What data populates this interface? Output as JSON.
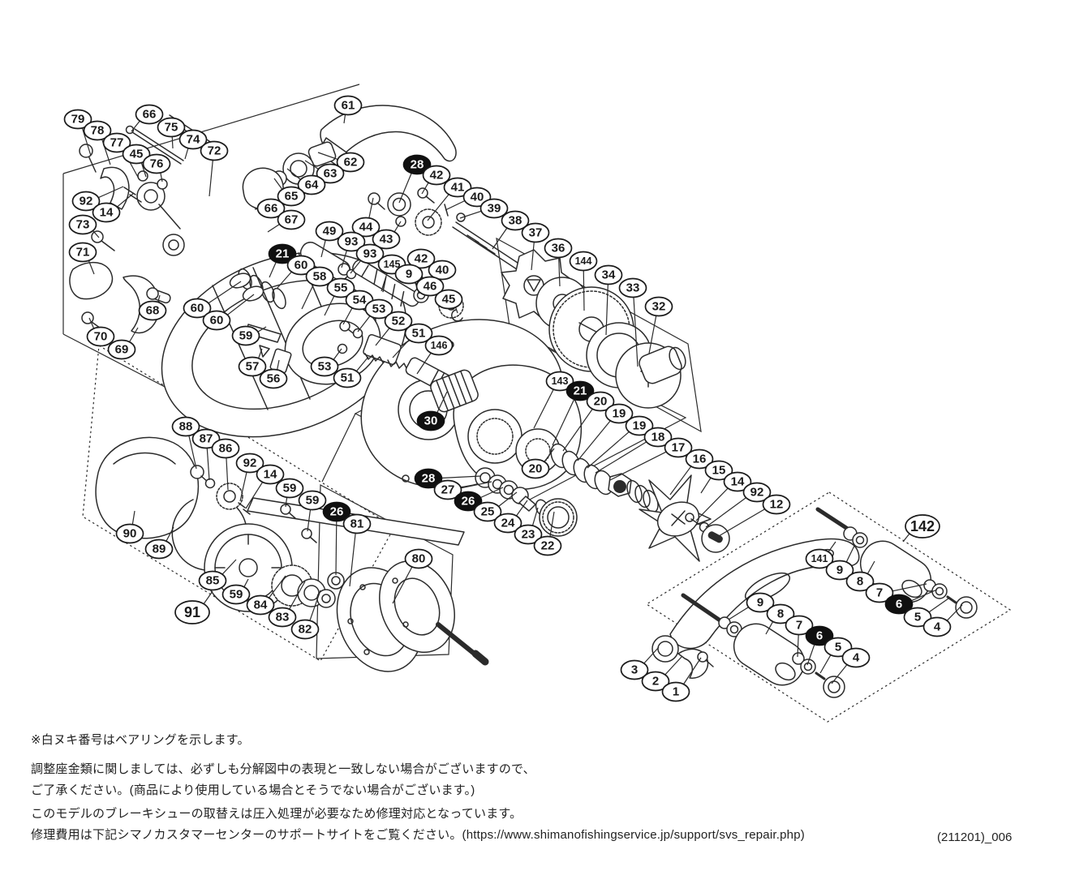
{
  "notes": {
    "bearing": "※白ヌキ番号はベアリングを示します。",
    "washers": "調整座金類に関しましては、必ずしも分解図中の表現と一致しない場合がございますので、\nご了承ください。(商品により使用している場合とそうでない場合がございます。)",
    "brake": "このモデルのブレーキシューの取替えは圧入処理が必要なため修理対応となっています。\n修理費用は下記シマノカスタマーセンターのサポートサイトをご覧ください。(https://www.shimanofishingservice.jp/support/svs_repair.php)"
  },
  "doc_code": "(211201)_006",
  "colors": {
    "line": "#2b2b2b",
    "callout_stroke": "#1a1a1a",
    "callout_fill": "#ffffff",
    "bearing_fill": "#101010",
    "callout_text": "#1a1a1a",
    "bearing_text": "#ffffff"
  },
  "callouts": [
    [
      "79",
      96,
      147,
      112,
      192,
      ""
    ],
    [
      "66",
      184,
      141,
      162,
      162,
      ""
    ],
    [
      "75",
      211,
      157,
      213,
      183,
      ""
    ],
    [
      "78",
      120,
      161,
      136,
      203,
      ""
    ],
    [
      "74",
      238,
      172,
      228,
      196,
      ""
    ],
    [
      "77",
      144,
      176,
      172,
      222,
      ""
    ],
    [
      "45",
      168,
      190,
      180,
      218,
      ""
    ],
    [
      "72",
      264,
      186,
      258,
      242,
      ""
    ],
    [
      "76",
      193,
      202,
      200,
      224,
      ""
    ],
    [
      "92",
      106,
      248,
      152,
      230,
      ""
    ],
    [
      "14",
      131,
      262,
      165,
      238,
      ""
    ],
    [
      "73",
      102,
      277,
      122,
      293,
      ""
    ],
    [
      "71",
      102,
      311,
      116,
      338,
      ""
    ],
    [
      "61",
      429,
      130,
      424,
      152,
      ""
    ],
    [
      "62",
      432,
      200,
      392,
      188,
      ""
    ],
    [
      "63",
      407,
      214,
      376,
      198,
      ""
    ],
    [
      "64",
      384,
      228,
      354,
      208,
      ""
    ],
    [
      "65",
      359,
      242,
      338,
      220,
      ""
    ],
    [
      "66",
      334,
      257,
      314,
      258,
      ""
    ],
    [
      "67",
      359,
      271,
      330,
      286,
      ""
    ],
    [
      "28",
      514,
      203,
      492,
      250,
      "b"
    ],
    [
      "42",
      538,
      216,
      520,
      239,
      ""
    ],
    [
      "41",
      564,
      231,
      527,
      272,
      ""
    ],
    [
      "40",
      588,
      243,
      549,
      259,
      ""
    ],
    [
      "39",
      609,
      257,
      567,
      269,
      ""
    ],
    [
      "38",
      635,
      272,
      607,
      307,
      ""
    ],
    [
      "37",
      660,
      287,
      655,
      333,
      ""
    ],
    [
      "36",
      688,
      306,
      690,
      353,
      ""
    ],
    [
      "144",
      719,
      322,
      720,
      383,
      ""
    ],
    [
      "34",
      750,
      339,
      747,
      413,
      ""
    ],
    [
      "33",
      780,
      355,
      786,
      452,
      ""
    ],
    [
      "32",
      812,
      378,
      800,
      436,
      ""
    ],
    [
      "44",
      451,
      280,
      460,
      244,
      ""
    ],
    [
      "43",
      476,
      295,
      494,
      273,
      ""
    ],
    [
      "42",
      519,
      319,
      516,
      344,
      ""
    ],
    [
      "40",
      545,
      333,
      543,
      352,
      ""
    ],
    [
      "49",
      406,
      285,
      396,
      317,
      ""
    ],
    [
      "93",
      433,
      298,
      421,
      330,
      ""
    ],
    [
      "93",
      456,
      313,
      432,
      337,
      ""
    ],
    [
      "145",
      483,
      326,
      470,
      359,
      ""
    ],
    [
      "9",
      504,
      338,
      517,
      362,
      ""
    ],
    [
      "46",
      530,
      353,
      554,
      374,
      ""
    ],
    [
      "45",
      553,
      369,
      564,
      386,
      ""
    ],
    [
      "21",
      348,
      313,
      332,
      342,
      "b"
    ],
    [
      "60",
      371,
      327,
      341,
      356,
      ""
    ],
    [
      "58",
      394,
      341,
      372,
      381,
      ""
    ],
    [
      "55",
      420,
      355,
      400,
      389,
      ""
    ],
    [
      "54",
      443,
      370,
      423,
      400,
      ""
    ],
    [
      "53",
      467,
      381,
      441,
      409,
      ""
    ],
    [
      "52",
      491,
      396,
      463,
      426,
      ""
    ],
    [
      "51",
      516,
      411,
      484,
      441,
      ""
    ],
    [
      "146",
      541,
      426,
      514,
      461,
      ""
    ],
    [
      "53",
      400,
      452,
      421,
      430,
      ""
    ],
    [
      "51",
      428,
      466,
      454,
      440,
      ""
    ],
    [
      "68",
      188,
      383,
      197,
      364,
      ""
    ],
    [
      "60",
      243,
      380,
      297,
      347,
      ""
    ],
    [
      "60",
      267,
      395,
      313,
      363,
      ""
    ],
    [
      "59",
      303,
      414,
      328,
      403,
      ""
    ],
    [
      "70",
      124,
      415,
      110,
      392,
      ""
    ],
    [
      "69",
      150,
      431,
      170,
      404,
      ""
    ],
    [
      "57",
      311,
      452,
      323,
      430,
      ""
    ],
    [
      "56",
      337,
      467,
      344,
      444,
      ""
    ],
    [
      "30",
      531,
      519,
      551,
      483,
      "b"
    ],
    [
      "143",
      690,
      470,
      658,
      528,
      ""
    ],
    [
      "21",
      715,
      482,
      681,
      549,
      "b"
    ],
    [
      "20",
      740,
      495,
      694,
      556,
      ""
    ],
    [
      "19",
      763,
      510,
      712,
      568,
      ""
    ],
    [
      "19",
      788,
      525,
      724,
      577,
      ""
    ],
    [
      "18",
      811,
      539,
      734,
      583,
      ""
    ],
    [
      "17",
      836,
      552,
      752,
      592,
      ""
    ],
    [
      "16",
      862,
      566,
      826,
      610,
      ""
    ],
    [
      "15",
      886,
      580,
      864,
      608,
      ""
    ],
    [
      "14",
      909,
      594,
      858,
      642,
      ""
    ],
    [
      "92",
      933,
      607,
      870,
      650,
      ""
    ],
    [
      "12",
      957,
      622,
      886,
      661,
      ""
    ],
    [
      "20",
      660,
      578,
      683,
      553,
      ""
    ],
    [
      "28",
      528,
      590,
      593,
      587,
      "b"
    ],
    [
      "27",
      552,
      604,
      606,
      594,
      ""
    ],
    [
      "26",
      577,
      618,
      620,
      601,
      "b"
    ],
    [
      "25",
      601,
      631,
      637,
      607,
      ""
    ],
    [
      "24",
      626,
      645,
      650,
      617,
      ""
    ],
    [
      "23",
      651,
      659,
      663,
      626,
      ""
    ],
    [
      "22",
      675,
      673,
      683,
      631,
      ""
    ],
    [
      "88",
      229,
      526,
      242,
      578,
      ""
    ],
    [
      "87",
      254,
      541,
      258,
      592,
      ""
    ],
    [
      "86",
      278,
      553,
      281,
      604,
      ""
    ],
    [
      "92",
      308,
      571,
      296,
      618,
      ""
    ],
    [
      "14",
      333,
      585,
      303,
      627,
      ""
    ],
    [
      "59",
      357,
      602,
      352,
      625,
      ""
    ],
    [
      "59",
      385,
      617,
      379,
      655,
      ""
    ],
    [
      "26",
      415,
      631,
      414,
      709,
      "b"
    ],
    [
      "81",
      440,
      646,
      431,
      723,
      ""
    ],
    [
      "90",
      160,
      658,
      166,
      630,
      ""
    ],
    [
      "89",
      196,
      677,
      214,
      650,
      ""
    ],
    [
      "85",
      262,
      716,
      291,
      690,
      ""
    ],
    [
      "59",
      291,
      733,
      306,
      714,
      ""
    ],
    [
      "84",
      321,
      746,
      352,
      710,
      ""
    ],
    [
      "83",
      348,
      761,
      376,
      717,
      ""
    ],
    [
      "82",
      376,
      776,
      395,
      728,
      ""
    ],
    [
      "91",
      237,
      755,
      262,
      729,
      "L"
    ],
    [
      "80",
      516,
      689,
      484,
      744,
      ""
    ],
    [
      "142",
      1137,
      649,
      1113,
      668,
      "L"
    ],
    [
      "141",
      1010,
      689,
      1030,
      668,
      ""
    ],
    [
      "9",
      1035,
      703,
      1053,
      673,
      ""
    ],
    [
      "8",
      1060,
      717,
      1078,
      692,
      ""
    ],
    [
      "7",
      1084,
      731,
      1142,
      720,
      ""
    ],
    [
      "6",
      1108,
      745,
      1155,
      727,
      "b"
    ],
    [
      "5",
      1131,
      761,
      1169,
      738,
      ""
    ],
    [
      "4",
      1155,
      773,
      1186,
      746,
      ""
    ],
    [
      "9",
      937,
      743,
      898,
      764,
      ""
    ],
    [
      "8",
      962,
      757,
      944,
      782,
      ""
    ],
    [
      "7",
      985,
      771,
      983,
      810,
      ""
    ],
    [
      "6",
      1010,
      784,
      995,
      820,
      "b"
    ],
    [
      "5",
      1033,
      798,
      1011,
      830,
      ""
    ],
    [
      "4",
      1055,
      811,
      1025,
      843,
      ""
    ],
    [
      "3",
      782,
      826,
      812,
      798,
      ""
    ],
    [
      "2",
      808,
      840,
      840,
      810,
      ""
    ],
    [
      "1",
      833,
      853,
      864,
      811,
      ""
    ]
  ],
  "boxes": {
    "solid_lines": [
      "78,214 443,104",
      "78,214 78,412",
      "78,412 232,492",
      "438,510 397,594"
    ],
    "solid_polygons": [
      "632,408 845,515 651,617 438,510",
      "612,294 848,424 864,532 628,402",
      "395,598 558,684 553,807 390,812"
    ],
    "dashed_polygons": [
      "122,426 486,650 395,815 102,637",
      "1022,607 1245,752 1020,890 797,745"
    ]
  }
}
